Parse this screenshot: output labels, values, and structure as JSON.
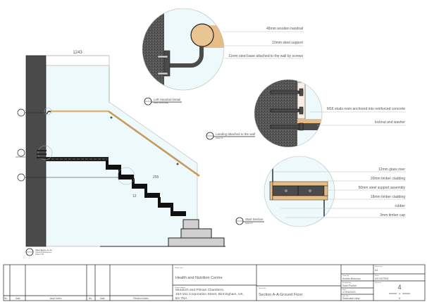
{
  "dimensions": {
    "width": "1243",
    "tread": "255",
    "riser": "12"
  },
  "callouts": {
    "section_aa": {
      "title": "Section A-A",
      "scale": "Scale 1:25"
    },
    "handrail_detail": {
      "title": "Left Handrail Detail",
      "scale": "Scale: Not to scale"
    },
    "landing_detail": {
      "title": "Landing attached to the wall",
      "scale": "Scale 1:5"
    },
    "stair_section": {
      "title": "Stair Section",
      "scale": "Scale 1:5"
    }
  },
  "handrail_notes": [
    "48mm wooden handrail",
    "10mm steel support",
    "11mm steel base attached to the wall by screws"
  ],
  "landing_notes": [
    "M16 studs resin anchored into reinforced concrete",
    "locknut and washer"
  ],
  "stair_notes": [
    "12mm glass riser",
    "20mm timber cladding",
    "50mm steel support assembly",
    "18mm timber cladding",
    "rubber",
    "3mm timber cap"
  ],
  "title_block": {
    "issue_headers": [
      "No.",
      "Date",
      "Issue Notes"
    ],
    "revision_headers": [
      "No.",
      "Date",
      "Revision Notes"
    ],
    "project_title_label": "Project Title",
    "project_title": "Health and Nutrition Centre",
    "project_address_label": "Project address",
    "project_address": [
      "Murdoch and Pitman Chambers,",
      "153-161 Corporation Street, Birmingham, UK,",
      "B4 7NA"
    ],
    "sheet_title_label": "Sheet Title",
    "sheet_title": "Section A-A Ground Floor",
    "drawn_by_label": "Drawn by",
    "drawn_by": "Anelia Bravova",
    "reviewed_by_label": "Reviewed by",
    "reviewed_by": "Said Pooliei",
    "date_label": "Date",
    "date": "17/03/2021",
    "sub_title_label": "Sub Title",
    "sub_title": "Staircase view",
    "sheet_size_label": "Sheet size",
    "sheet_size": "A1",
    "scale_label": "Scale",
    "scale": "AS NOTED",
    "sheet_no_label": "Sheet no.",
    "sheet_no": "4",
    "of": "of",
    "sheet_total": "5"
  },
  "colors": {
    "wall": "#4a4a4a",
    "glass": "#eef9fb",
    "timber": "#e6bd86",
    "steel": "#4b4b4b",
    "concrete": "#d0d0d0"
  }
}
